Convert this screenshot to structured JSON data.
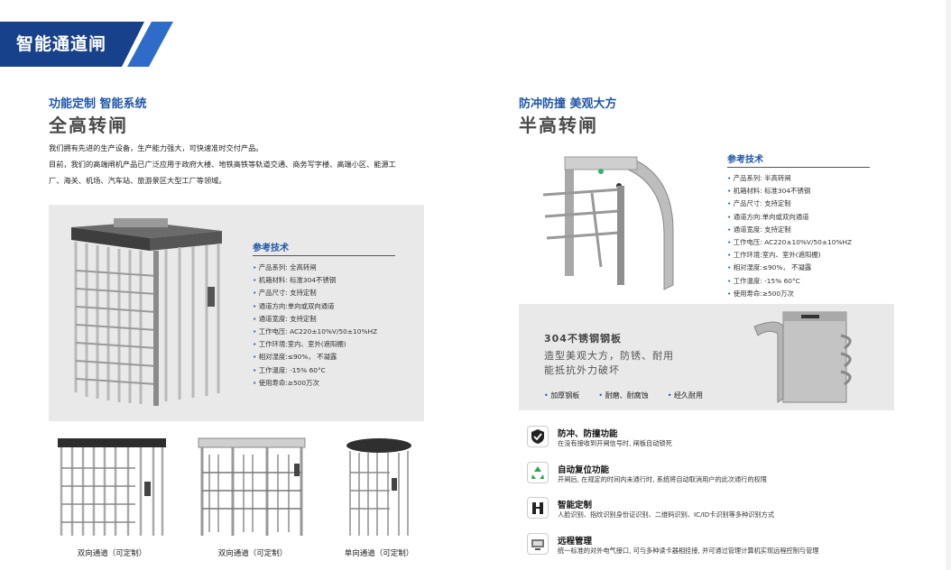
{
  "header": {
    "title": "智能通道闸"
  },
  "left": {
    "subtitle": "功能定制 智能系统",
    "title": "全高转闸",
    "intro": [
      "我们拥有先进的生产设备，生产能力强大，可快速准时交付产品。",
      "目前，我们的高端闸机产品已广泛应用于政府大楼、地铁高铁等轨道交通、商务写字楼、高端小区、能源工",
      "厂、海关、机场、汽车站、旅游景区大型工厂等领域。"
    ],
    "spec_title": "参考技术",
    "specs": [
      "产品系列: 全高转闸",
      "机箱材料: 标准304不锈钢",
      "产品尺寸: 支持定制",
      "通道方向:单向或双向通道",
      "通道宽度: 支持定制",
      "工作电压: AC220±10%V/50±10%HZ",
      "工作环境:室内、室外(遮阳棚)",
      "相对湿度:≤90%， 不凝露",
      "工作温度: -15% 60°C",
      "使用寿命:≥500万次"
    ],
    "captions": [
      "双向通道（可定制）",
      "双向通道（可定制）",
      "单向通道（可定制）"
    ]
  },
  "right": {
    "subtitle": "防冲防撞 美观大方",
    "title": "半高转闸",
    "spec_title": "参考技术",
    "specs": [
      "产品系列: 半高转闸",
      "机箱材料: 标准304不锈钢",
      "产品尺寸: 支持定制",
      "通道方向:单向或双向通道",
      "通道宽度: 支持定制",
      "工作电压: AC220±10%V/50±10%HZ",
      "工作环境:室内、室外(遮阳棚)",
      "相对湿度:≤90%， 不凝露",
      "工作温度: -15% 60°C",
      "使用寿命:≥500万次"
    ],
    "steel": {
      "title": "304不锈钢钢板",
      "desc1": "造型美观大方，防锈、耐用",
      "desc2": "能抵抗外力破坏",
      "tags": [
        "加厚钢板",
        "耐磨、耐腐蚀",
        "经久耐用"
      ]
    },
    "features": [
      {
        "icon": "shield-icon",
        "title": "防冲、防撞功能",
        "desc": "在没有接收到开闸信号时, 闸板自动锁死"
      },
      {
        "icon": "recycle-icon",
        "title": "自动复位功能",
        "desc": "开闸后, 在规定的时间内未通行时, 系统将自动取消用户的此次通行的权限"
      },
      {
        "icon": "turnstile-icon",
        "title": "智能定制",
        "desc": "人脸识别、指纹识别身份证识别、二维码识别、IC/ID卡识别等多种识别方式"
      },
      {
        "icon": "remote-management-icon",
        "title": "远程管理",
        "desc": "统一标准的对外电气接口, 可与多种读卡器相挂接, 并可通过管理计算机实现远程控制与管理"
      }
    ]
  },
  "colors": {
    "brand_blue": "#1f56a8",
    "panel_gray": "#e9e9e9",
    "dark_blue": "#17418a"
  }
}
